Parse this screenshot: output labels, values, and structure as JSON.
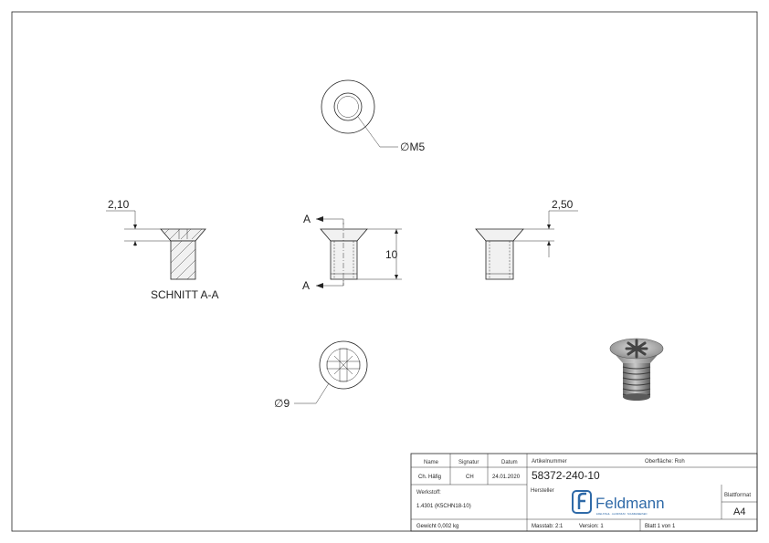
{
  "drawing": {
    "dims": {
      "diameter_thread": "∅M5",
      "head_height": "2,10",
      "recess_depth": "2,50",
      "length": "10",
      "diameter_head": "∅9"
    },
    "section": {
      "marker": "A",
      "marker_bottom": "A",
      "label": "SCHNITT A-A"
    }
  },
  "titleblock": {
    "col_name": "Name",
    "col_signatur": "Signatur",
    "col_datum": "Datum",
    "name_value": "Ch. Häfig",
    "signatur_value": "CH",
    "datum_value": "24.01.2020",
    "artikel_label": "Artikelnummer",
    "artikel_value": "58372-240-10",
    "oberflaeche": "Oberfläche: Roh",
    "werkstoff_label": "Werkstoff:",
    "werkstoff_value": "1.4301 (K5CHN18-10)",
    "hersteller_label": "Hersteller",
    "brand": "Feldmann",
    "brand_tagline": "EDELSTAHL · ALUMINIUM · SCHMIEDEEISEN",
    "blattformat_label": "Blattformat",
    "blattformat_value": "A4",
    "gewicht": "Gewicht 0,002 kg",
    "massstab": "Masstab: 2:1",
    "version": "Version: 1",
    "blatt": "Blatt 1 von 1"
  },
  "colors": {
    "line": "#222222",
    "brand_blue": "#2f6aa8"
  }
}
